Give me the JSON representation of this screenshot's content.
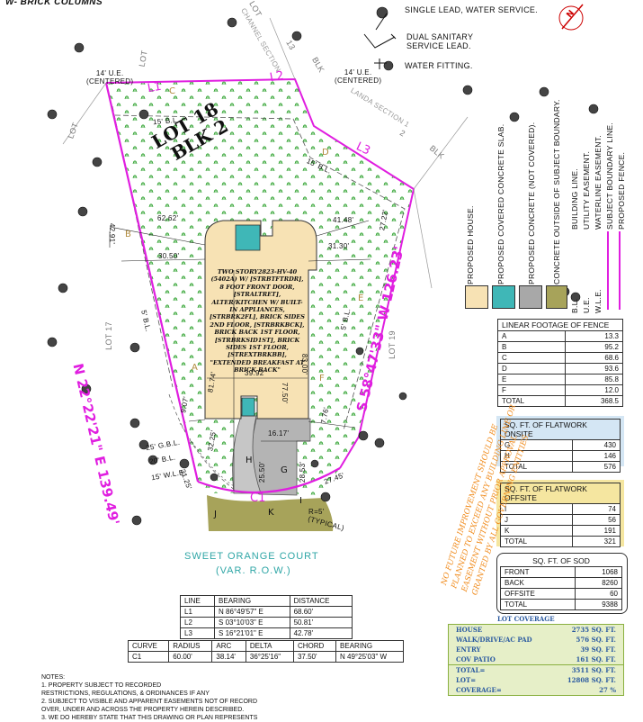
{
  "header": {
    "title": "W- BRICK COLUMNS"
  },
  "legend_top": {
    "single_lead": "SINGLE LEAD, WATER SERVICE.",
    "dual_sanitary_1": "DUAL SANITARY",
    "dual_sanitary_2": "SERVICE LEAD.",
    "water_fitting": "WATER FITTING."
  },
  "north_arrow": {
    "label": "N"
  },
  "lot": {
    "number": "LOT 18",
    "block": "BLK 2",
    "neighbors": {
      "lot_top": "LOT",
      "lot_13": "13",
      "lot_16": "LOT",
      "lot_3": "LOT",
      "lot_2": "2",
      "lot_17": "LOT 17",
      "lot_19": "LOT 19",
      "blk": "BLK",
      "section_top": "CHANNEL SECTION",
      "section_right": "LANDA SECTION 1"
    }
  },
  "lines": {
    "L1": "L1",
    "L2": "L2",
    "L3": "L3",
    "C1": "C1",
    "west": "N 22°22'21\" E 139.49'",
    "east": "S 58°47'33\" W 126.23'"
  },
  "easements": {
    "ue_left": [
      "14' U.E.",
      "(CENTERED)"
    ],
    "ue_right": [
      "14' U.E.",
      "(CENTERED)"
    ],
    "bl_left": "15' B.L.",
    "bl_right": "15' B.L.",
    "bl_west": "5' B.L.",
    "bl_east": "5' B.L.",
    "gbl": "25' G.B.L.",
    "wle": "20' B.L.",
    "ue15": "15' W.L.E.",
    "radius": "R=5'",
    "typical": "(TYPICAL)"
  },
  "dims": {
    "d1": "62.62'",
    "d2": "30.50'",
    "d3": "42.91'",
    "d4": "41.48'",
    "d5": "31.30'",
    "d6": "27.22'",
    "d7": "39.92'",
    "d8": "81.74'",
    "d9": "77.50'",
    "d10": "83.00'",
    "d11": "9.07'",
    "d12": "7.76'",
    "d13": "16.17'",
    "d14": "25.50'",
    "d15": "28.53'",
    "d16": "27.45'",
    "d17": "32.25'",
    "d18": "31.25'"
  },
  "fence_letters": [
    "A",
    "B",
    "C",
    "D",
    "E",
    "F"
  ],
  "area_letters": [
    "G",
    "H",
    "I",
    "J",
    "K"
  ],
  "house_text": "TWO STORY2823-HV-40 (5402A) W/ [STRBTFTRDR], 8 FOOT FRONT DOOR, [STRALTRET], ALTER/KITCHEN W/ BUILT-IN APPLIANCES, [STRBRK2FL], BRICK SIDES 2ND FLOOR, [STRBRKBCK], BRICK BACK 1ST FLOOR, [STRBRKSID1ST], BRICK SIDES 1ST FLOOR, [STREXTBRKBB], \"EXTENDED BREAKFAST AT BRICK BACK\"",
  "street": {
    "name": "SWEET ORANGE COURT",
    "row": "(VAR. R.O.W.)"
  },
  "legend_vertical": [
    "PROPOSED HOUSE.",
    "PROPOSED COVERED CONCRETE SLAB.",
    "PROPOSED CONCRETE (NOT COVERED).",
    "CONCRETE OUTSIDE OF SUBJECT BOUNDARY."
  ],
  "legend_lines": [
    {
      "abbr": "B.L.",
      "text": "BUILDING LINE."
    },
    {
      "abbr": "U.E.",
      "text": "UTILITY EASEMENT."
    },
    {
      "abbr": "W.L.E.",
      "text": "WATERLINE EASEMENT."
    },
    {
      "abbr": "",
      "text": "SUBJECT BOUNDARY LINE."
    },
    {
      "abbr": "",
      "text": "PROPOSED FENCE."
    }
  ],
  "legend_colors": {
    "house": "#f7e2b4",
    "covered": "#3fb7b7",
    "concrete": "#a8a8a8",
    "outside": "#a7a35a",
    "boundary": "#e01ee0",
    "fence": "#e01ee0",
    "grass": "#2a9a2a"
  },
  "fence_table": {
    "title": "LINEAR FOOTAGE OF FENCE",
    "rows": [
      [
        "A",
        "13.3"
      ],
      [
        "B",
        "95.2"
      ],
      [
        "C",
        "68.6"
      ],
      [
        "D",
        "93.6"
      ],
      [
        "E",
        "85.8"
      ],
      [
        "F",
        "12.0"
      ],
      [
        "TOTAL",
        "368.5"
      ]
    ]
  },
  "onsite_table": {
    "title": "SQ. FT. OF FLATWORK ONSITE",
    "rows": [
      [
        "G",
        "430"
      ],
      [
        "H",
        "146"
      ],
      [
        "TOTAL",
        "576"
      ]
    ]
  },
  "offsite_table": {
    "title": "SQ. FT. OF FLATWORK OFFSITE",
    "rows": [
      [
        "I",
        "74"
      ],
      [
        "J",
        "56"
      ],
      [
        "K",
        "191"
      ],
      [
        "TOTAL",
        "321"
      ]
    ]
  },
  "sod_table": {
    "title": "SQ. FT. OF SOD",
    "rows": [
      [
        "FRONT",
        "1068"
      ],
      [
        "BACK",
        "8260"
      ],
      [
        "OFFSITE",
        "60"
      ],
      [
        "TOTAL",
        "9388"
      ]
    ]
  },
  "orange_note": [
    "NO FUTURE IMPROVEMENT SHOULD BE",
    "PLANNED TO EXCEED ANY BUILDING LINE OR",
    "EASEMENT WITHOUT PRIOR APPROVAL",
    "GRANTED BY ALL GOVERNING ENTITIES."
  ],
  "line_table": {
    "headers": [
      "LINE",
      "BEARING",
      "DISTANCE"
    ],
    "rows": [
      [
        "L1",
        "N 86°49'57\" E",
        "68.60'"
      ],
      [
        "L2",
        "S 03°10'03\" E",
        "50.81'"
      ],
      [
        "L3",
        "S 16°21'01\" E",
        "42.78'"
      ]
    ]
  },
  "curve_table": {
    "headers": [
      "CURVE",
      "RADIUS",
      "ARC",
      "DELTA",
      "CHORD",
      "BEARING"
    ],
    "rows": [
      [
        "C1",
        "60.00'",
        "38.14'",
        "36°25'16\"",
        "37.50'",
        "N 49°25'03\" W"
      ]
    ]
  },
  "coverage": {
    "title": "LOT COVERAGE",
    "rows": [
      [
        "HOUSE",
        "2735 SQ. FT."
      ],
      [
        "WALK/DRIVE/AC PAD",
        "576 SQ. FT."
      ],
      [
        "ENTRY",
        "39 SQ. FT."
      ],
      [
        "COV PATIO",
        "161 SQ. FT."
      ],
      [
        "TOTAL=",
        "3511 SQ. FT."
      ],
      [
        "LOT=",
        "12808 SQ. FT."
      ],
      [
        "COVERAGE=",
        "27 %"
      ]
    ]
  },
  "notes": [
    "NOTES:",
    "1. PROPERTY SUBJECT TO RECORDED",
    "RESTRICTIONS, REGULATIONS, & ORDINANCES IF ANY",
    "2. SUBJECT TO VISIBLE AND APPARENT EASEMENTS NOT OF RECORD",
    "OVER, UNDER AND ACROSS THE PROPERTY HEREIN DESCRIBED.",
    "3. WE DO HEREBY STATE THAT THIS DRAWING OR PLAN REPRESENTS"
  ]
}
